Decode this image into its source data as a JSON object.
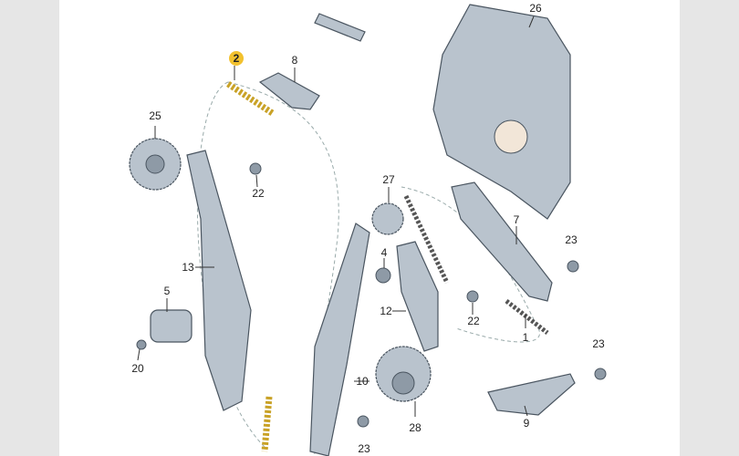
{
  "diagram": {
    "highlight_color": "#f2c12e",
    "labels": {
      "p26": "26",
      "p2": "2",
      "p8": "8",
      "p25": "25",
      "p22a": "22",
      "p27": "27",
      "p7": "7",
      "p23a": "23",
      "p13": "13",
      "p4": "4",
      "p5": "5",
      "p12": "12",
      "p22b": "22",
      "p1": "1",
      "p23b": "23",
      "p20": "20",
      "p10": "10",
      "p28": "28",
      "p9": "9",
      "p23c": "23"
    }
  }
}
